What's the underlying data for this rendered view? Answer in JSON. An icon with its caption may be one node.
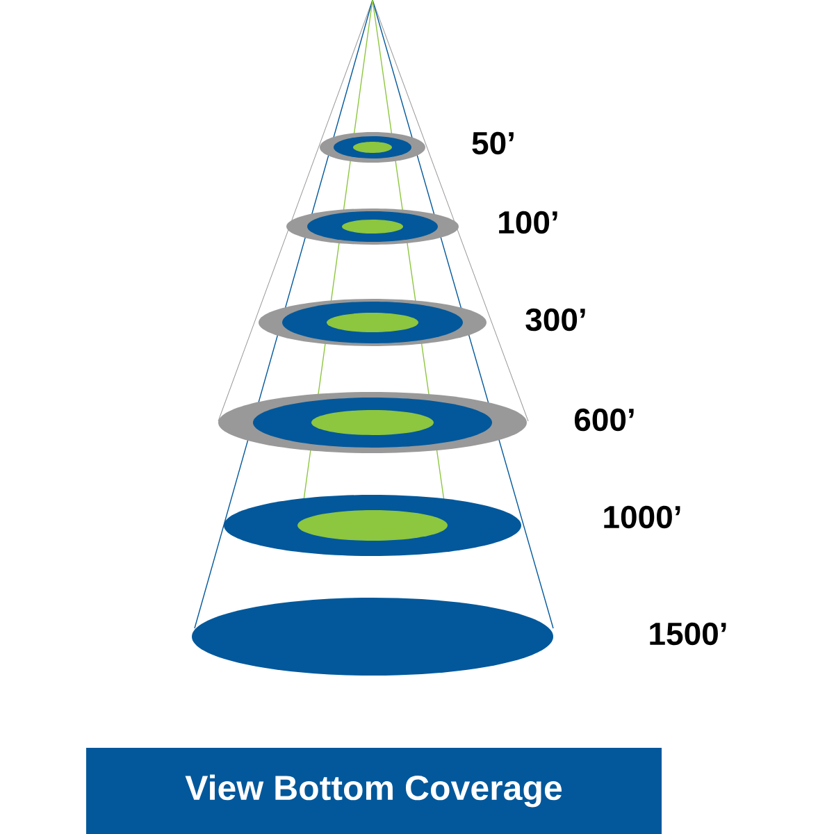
{
  "diagram": {
    "nodes": [
      {
        "text": [
          "View Bottom Coverage"
        ]
      }
    ],
    "labels": [
      "50’",
      "100’",
      "300’",
      "600’",
      "1000’",
      "1500’"
    ]
  }
}
